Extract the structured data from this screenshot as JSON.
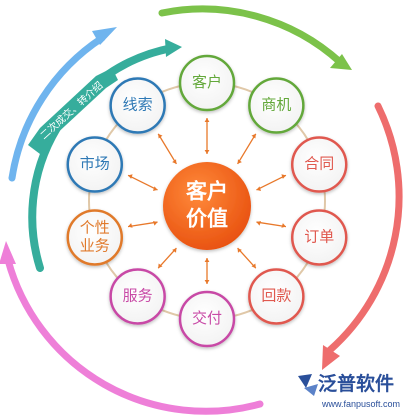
{
  "center": {
    "line1": "客户",
    "line2": "价值",
    "color": "#ef5a1a"
  },
  "nodes": [
    {
      "id": "customer",
      "lines": [
        "客户"
      ],
      "color": "#63a83a"
    },
    {
      "id": "opportunity",
      "lines": [
        "商机"
      ],
      "color": "#63a83a"
    },
    {
      "id": "contract",
      "lines": [
        "合同"
      ],
      "color": "#e0594f"
    },
    {
      "id": "order",
      "lines": [
        "订单"
      ],
      "color": "#e0594f"
    },
    {
      "id": "payment",
      "lines": [
        "回款"
      ],
      "color": "#e0594f"
    },
    {
      "id": "delivery",
      "lines": [
        "交付"
      ],
      "color": "#c84aa6"
    },
    {
      "id": "service",
      "lines": [
        "服务"
      ],
      "color": "#c84aa6"
    },
    {
      "id": "personal-business",
      "lines": [
        "个性",
        "业务"
      ],
      "color": "#e07a2c"
    },
    {
      "id": "market",
      "lines": [
        "市场"
      ],
      "color": "#2f79b5"
    },
    {
      "id": "lead",
      "lines": [
        "线索"
      ],
      "color": "#2f79b5"
    }
  ],
  "band": {
    "text": "二次成交、转介绍"
  },
  "logo": {
    "name": "泛普软件",
    "url": "www.fanpusoft.com"
  },
  "colors": {
    "green_arc": "#7cc24a",
    "red_arc": "#ee6d6d",
    "pink_arc": "#ee7fd8",
    "blue_arc": "#6fb4ee",
    "teal_arc": "#36ad9c",
    "arrow": "#e8782a",
    "ring": "#e0c8a8"
  }
}
